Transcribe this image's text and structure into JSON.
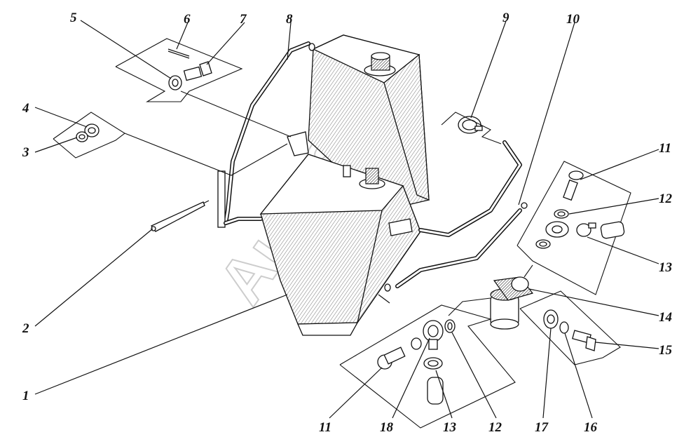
{
  "watermark": "AutoSoft",
  "callouts": [
    "1",
    "2",
    "3",
    "4",
    "5",
    "6",
    "7",
    "8",
    "9",
    "10",
    "11",
    "12",
    "13",
    "14",
    "15",
    "16",
    "17",
    "18",
    "11",
    "13",
    "12"
  ],
  "colors": {
    "ink": "#111111",
    "paper": "#ffffff",
    "watermark": "#bdbdbd"
  }
}
